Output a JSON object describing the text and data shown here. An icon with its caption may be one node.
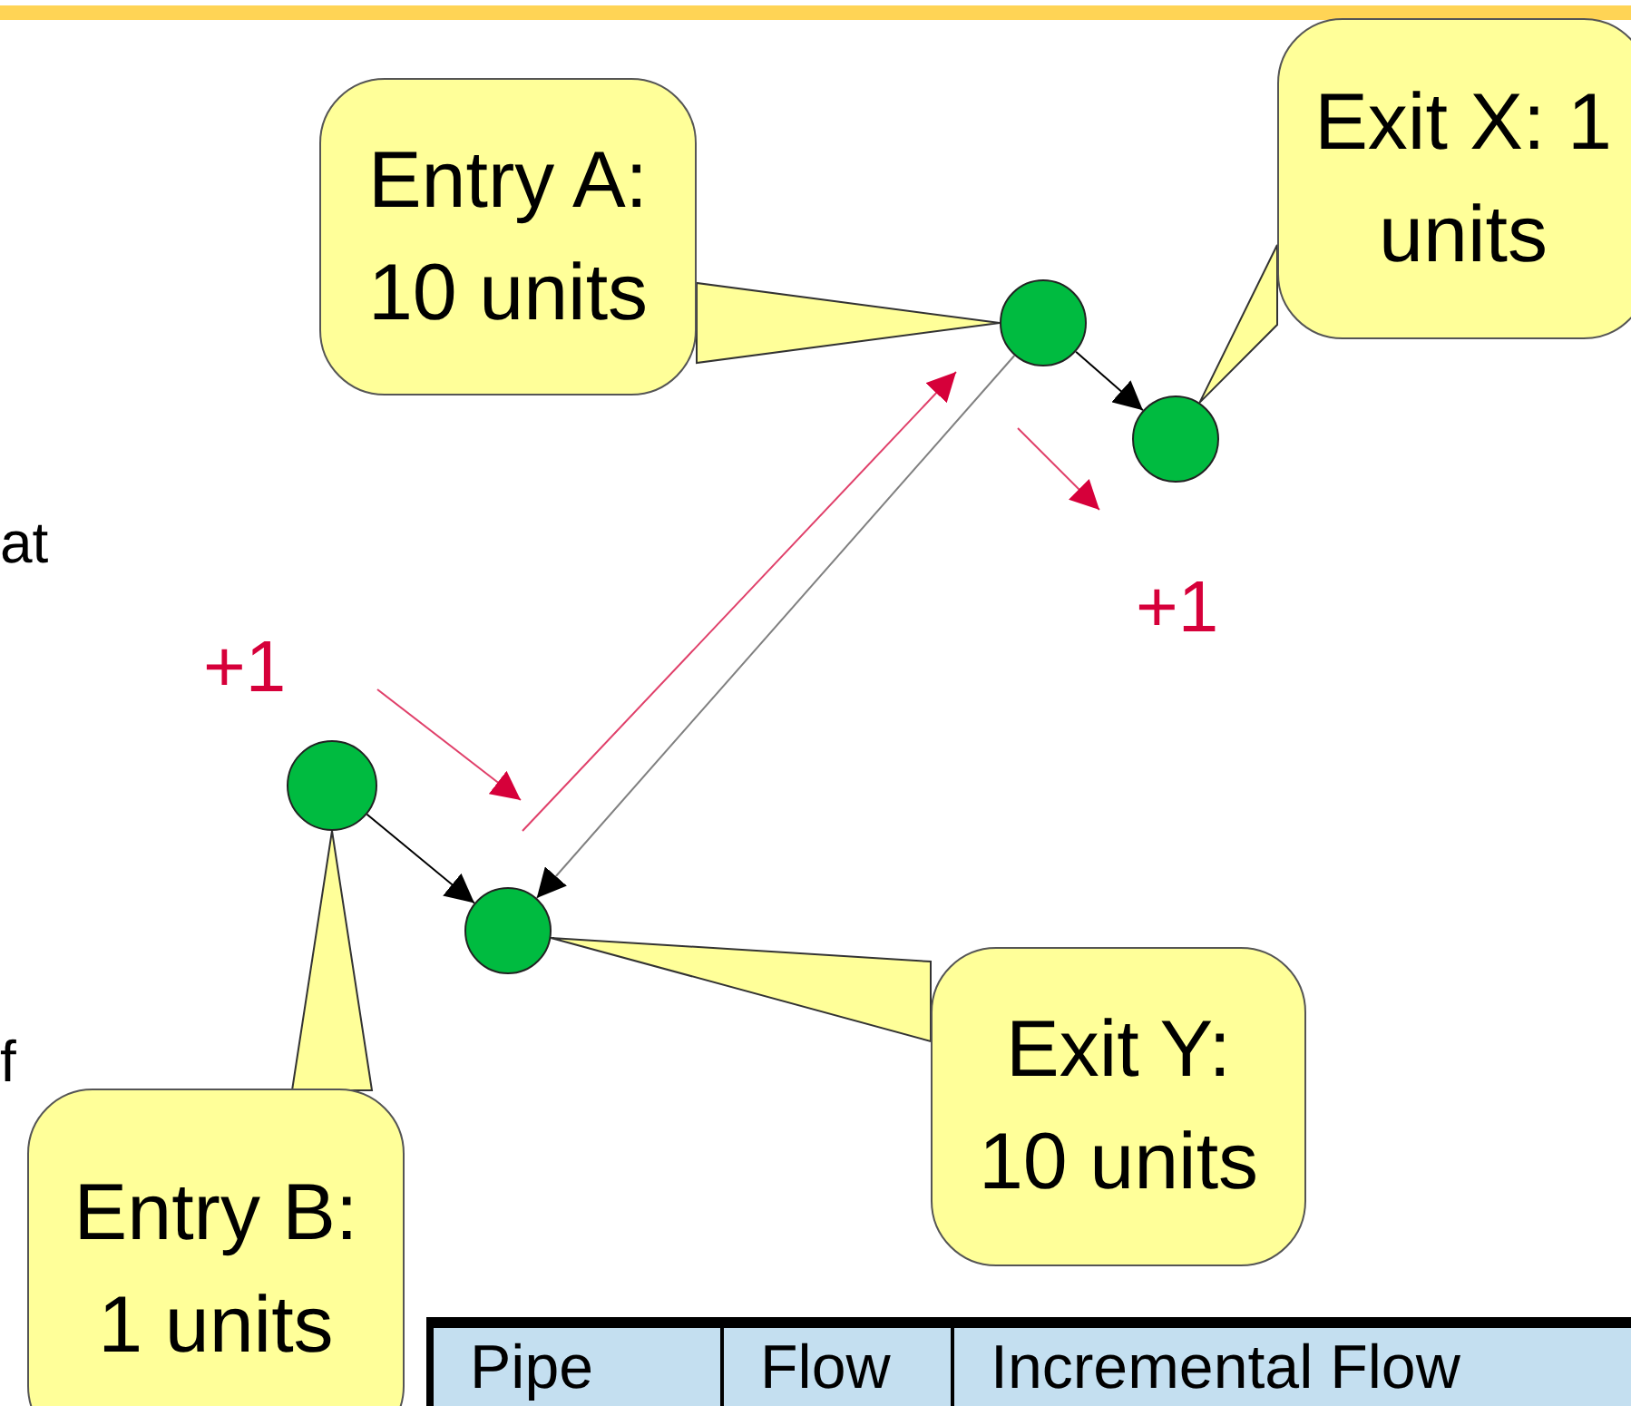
{
  "diagram": {
    "nodes": [
      {
        "text": [
          "Exit X: 1 units"
        ]
      },
      {
        "text": [
          "Entry A: 10 units"
        ]
      },
      {
        "text": [],
        "shape": "circle"
      },
      {
        "text": [],
        "shape": "circle"
      },
      {
        "text": [],
        "shape": "circle"
      },
      {
        "text": [],
        "shape": "circle"
      },
      {
        "text": [
          "Exit Y: 10 units"
        ]
      },
      {
        "text": [
          "Entry B: 1 units"
        ]
      }
    ],
    "edges": [
      {
        "from": 1,
        "to": 2,
        "arrow": "none"
      },
      {
        "from": 0,
        "to": 3,
        "arrow": "none"
      },
      {
        "from": 2,
        "to": 3,
        "arrow": "to"
      },
      {
        "from": 4,
        "to": 5,
        "arrow": "to"
      },
      {
        "from": 2,
        "to": 5,
        "arrow": "to",
        "color": "#808080"
      },
      {
        "from": 6,
        "to": 5,
        "arrow": "none"
      },
      {
        "from": 7,
        "to": 4,
        "arrow": "none"
      }
    ],
    "labels": [
      "at",
      "+1",
      "+1",
      "f",
      "Pipe",
      "Flow",
      "Incremental Flow"
    ]
  }
}
